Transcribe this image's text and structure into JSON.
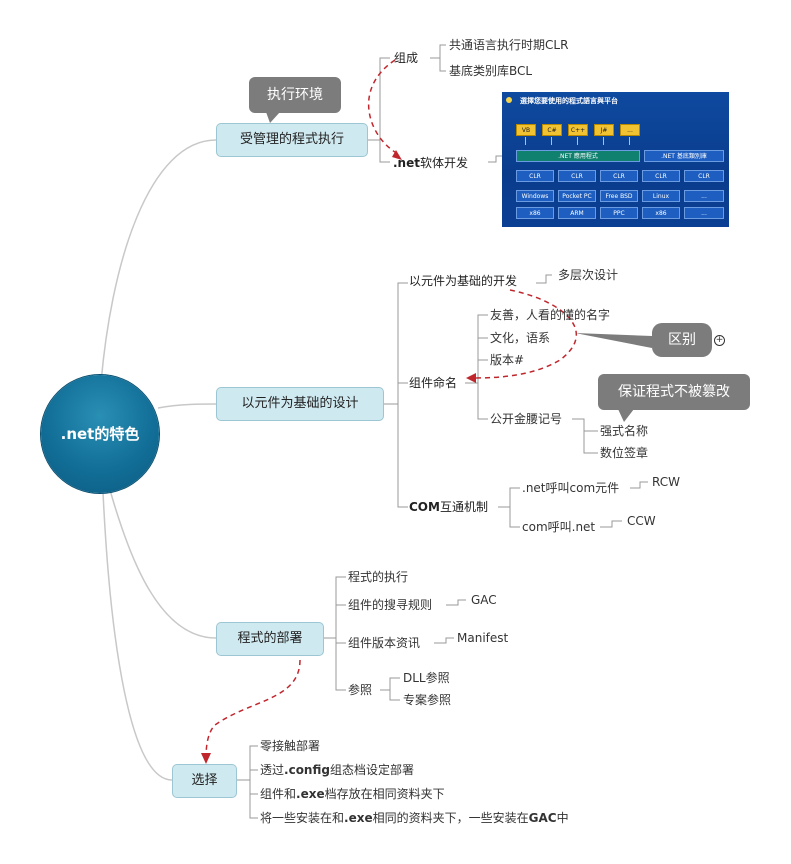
{
  "root": {
    "label": ".net的特色"
  },
  "branches": {
    "managed": "受管理的程式执行",
    "component_design": "以元件为基础的设计",
    "deployment": "程式的部署",
    "choice": "选择"
  },
  "callouts": {
    "exec_env": "执行环境",
    "difference": "区别",
    "protect": "保证程式不被篡改"
  },
  "managed": {
    "composition": "组成",
    "composition_items": [
      "共通语言执行时期CLR",
      "基底类别库BCL"
    ],
    "dev_bold": ".net",
    "dev_rest": "软体开发"
  },
  "net_image": {
    "title": "選擇您要使用的程式語言與平台",
    "languages": [
      "VB",
      "C#",
      "C++",
      "J#",
      "..."
    ],
    "app_label": ".NET 應用程式",
    "lib_label": ".NET 基底類別庫",
    "clr_row": [
      "CLR",
      "CLR",
      "CLR",
      "CLR",
      "CLR"
    ],
    "os_row": [
      "Windows",
      "Pocket PC",
      "Free BSD",
      "Linux",
      "..."
    ],
    "cpu_row": [
      "x86",
      "ARM",
      "PPC",
      "x86",
      "..."
    ]
  },
  "design": {
    "component_dev": "以元件为基础的开发",
    "multi_layer": "多层次设计",
    "naming": "组件命名",
    "naming_items": [
      "友善，人看的懂的名字",
      "文化，语系",
      "版本#"
    ],
    "public_key": "公开金腰记号",
    "public_key_items": [
      "强式名称",
      "数位签章"
    ],
    "com_bold": "COM",
    "com_rest": "互通机制",
    "com_items": [
      ".net呼叫com元件",
      "com呼叫.net"
    ],
    "com_leaf": [
      "RCW",
      "CCW"
    ]
  },
  "deploy": {
    "items": [
      "程式的执行",
      "组件的搜寻规则",
      "组件版本资讯",
      "参照"
    ],
    "gac": "GAC",
    "manifest": "Manifest",
    "ref_items": [
      "DLL参照",
      "专案参照"
    ]
  },
  "choice": {
    "item1": "零接触部署",
    "item2_a": "透过",
    "item2_b": ".config",
    "item2_c": "组态档设定部署",
    "item3_a": "组件和",
    "item3_b": ".exe",
    "item3_c": "档存放在相同资料夹下",
    "item4_a": "将一些安装在和",
    "item4_b": ".exe",
    "item4_c": "相同的资料夹下，一些安装在",
    "item4_d": "GAC",
    "item4_e": "中"
  },
  "colors": {
    "root": "#126f98",
    "branch_fill": "#cfe9f0",
    "callout": "#7c7c7c",
    "relation": "#c0272d"
  }
}
